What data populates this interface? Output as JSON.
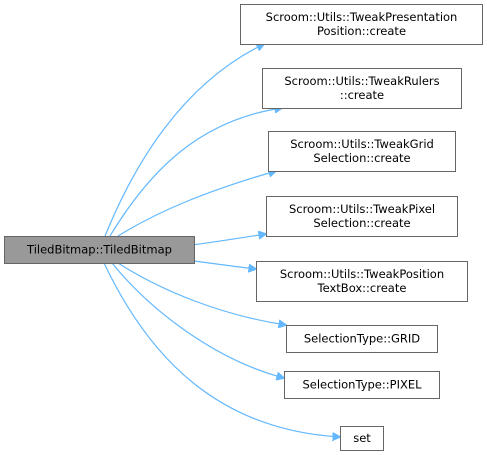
{
  "graph": {
    "root": {
      "id": "root",
      "lines": [
        "TiledBitmap::TiledBitmap"
      ]
    },
    "nodes": [
      {
        "id": "n1",
        "lines": [
          "Scroom::Utils::TweakPresentation",
          "Position::create"
        ]
      },
      {
        "id": "n2",
        "lines": [
          "Scroom::Utils::TweakRulers",
          "::create"
        ]
      },
      {
        "id": "n3",
        "lines": [
          "Scroom::Utils::TweakGrid",
          "Selection::create"
        ]
      },
      {
        "id": "n4",
        "lines": [
          "Scroom::Utils::TweakPixel",
          "Selection::create"
        ]
      },
      {
        "id": "n5",
        "lines": [
          "Scroom::Utils::TweakPosition",
          "TextBox::create"
        ]
      },
      {
        "id": "n6",
        "lines": [
          "SelectionType::GRID"
        ]
      },
      {
        "id": "n7",
        "lines": [
          "SelectionType::PIXEL"
        ]
      },
      {
        "id": "n8",
        "lines": [
          "set"
        ]
      }
    ],
    "edges": [
      {
        "from": "root",
        "to": "n1"
      },
      {
        "from": "root",
        "to": "n2"
      },
      {
        "from": "root",
        "to": "n3"
      },
      {
        "from": "root",
        "to": "n4"
      },
      {
        "from": "root",
        "to": "n5"
      },
      {
        "from": "root",
        "to": "n6"
      },
      {
        "from": "root",
        "to": "n7"
      },
      {
        "from": "root",
        "to": "n8"
      }
    ],
    "colors": {
      "edge": "#63b8ff",
      "node_border": "#666666",
      "root_fill": "#999999",
      "node_fill": "#ffffff"
    }
  }
}
